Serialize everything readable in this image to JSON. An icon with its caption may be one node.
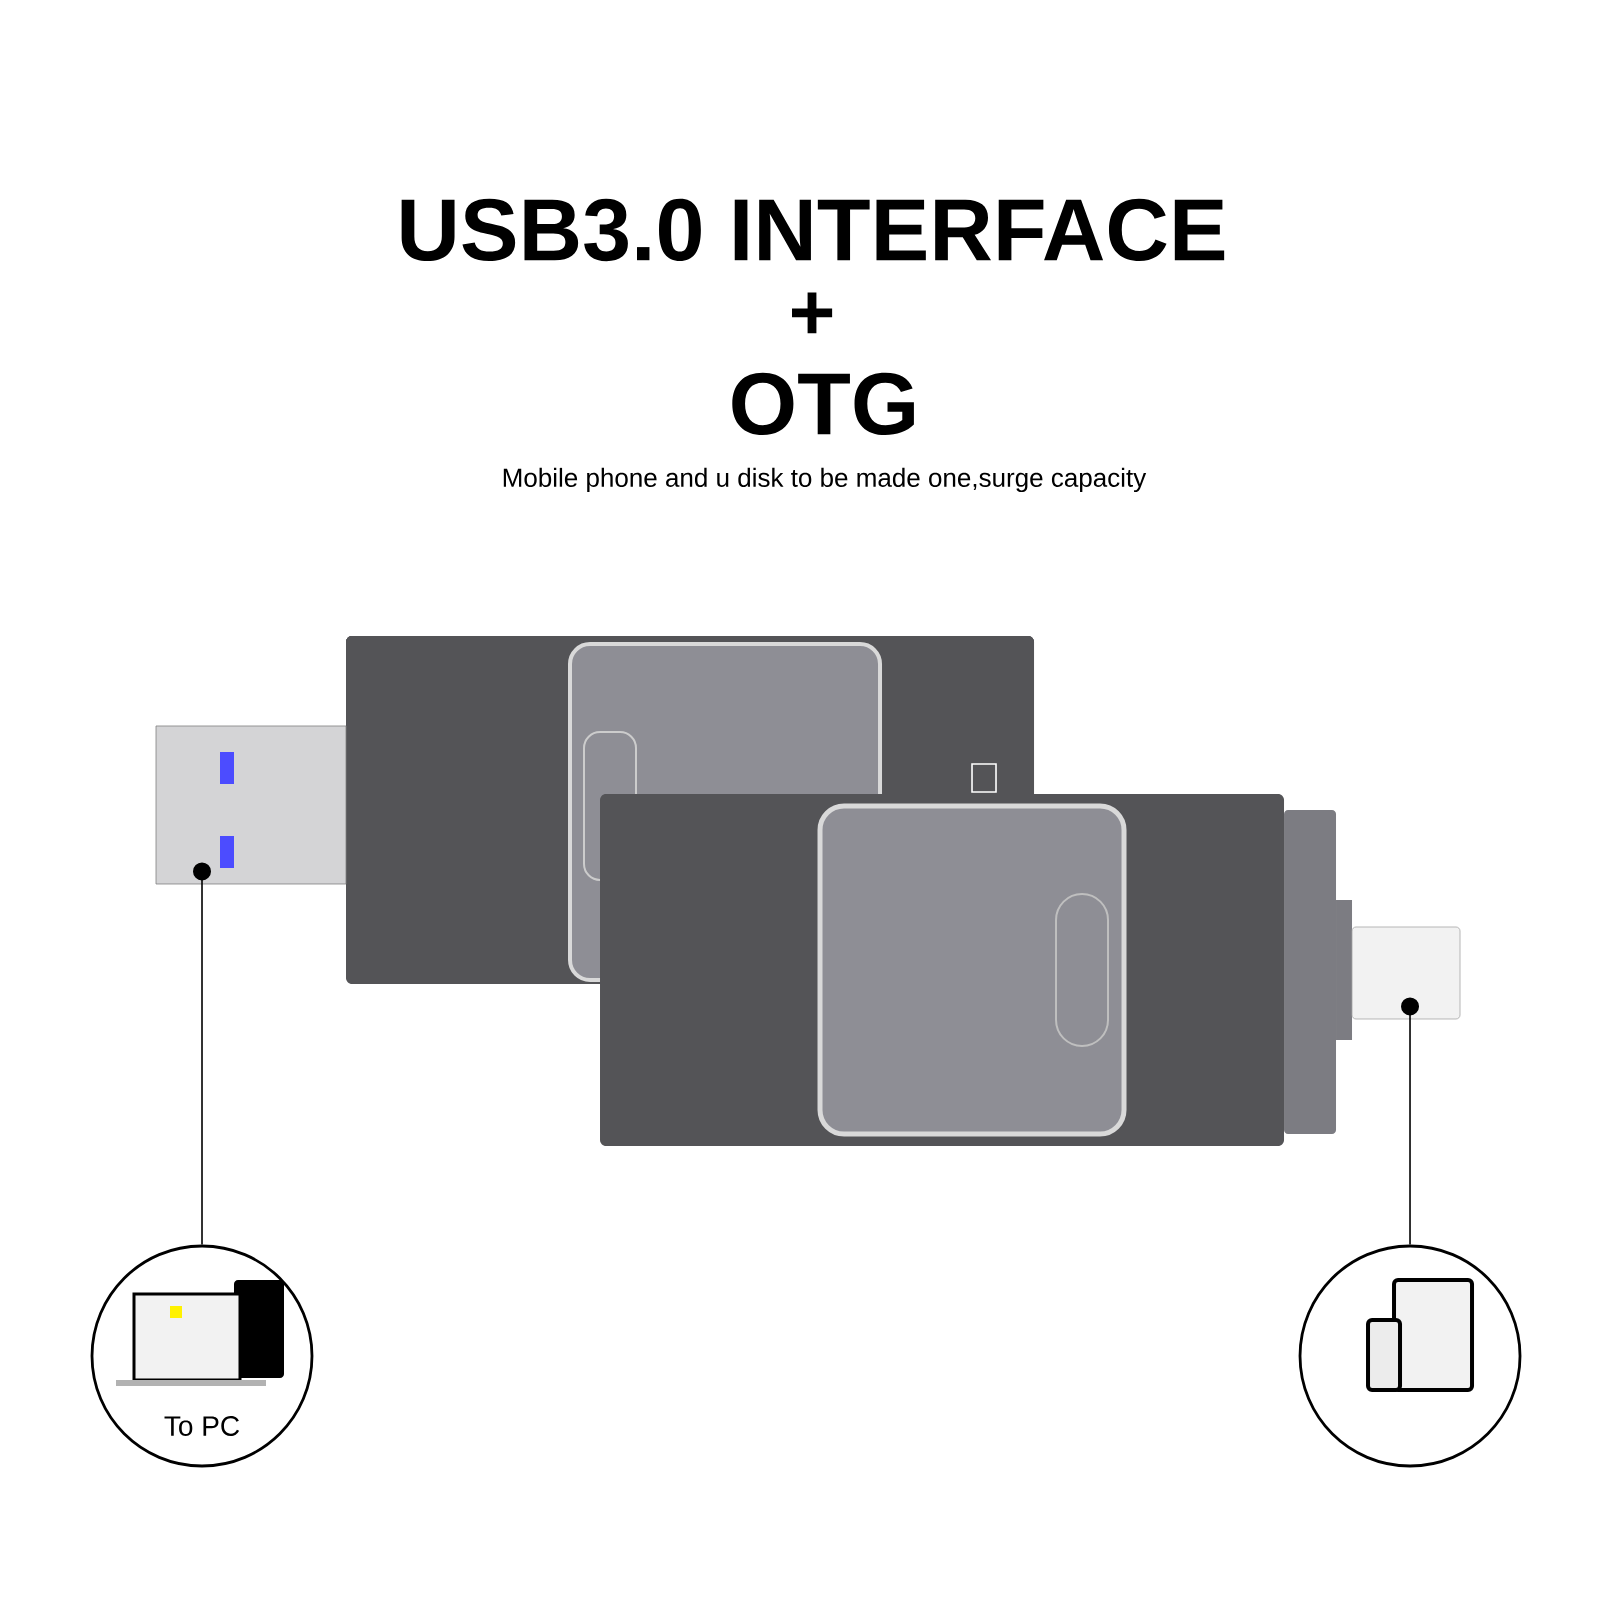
{
  "diagram": {
    "title": "USB3.0 INTERFACE",
    "nodes": [
      {
        "text": [],
        "shape": "picture"
      },
      {
        "text": [],
        "shape": "picture"
      },
      {
        "text": [
          "To PC"
        ]
      },
      {
        "text": [],
        "shape": "circle"
      }
    ],
    "edges": [
      {
        "from": 2,
        "to": 0,
        "arrow": "other"
      },
      {
        "from": 3,
        "to": 1,
        "arrow": "other"
      }
    ],
    "labels": [
      "+",
      "OTG",
      "Mobile phone and u disk to be made one,surge capacity"
    ]
  }
}
